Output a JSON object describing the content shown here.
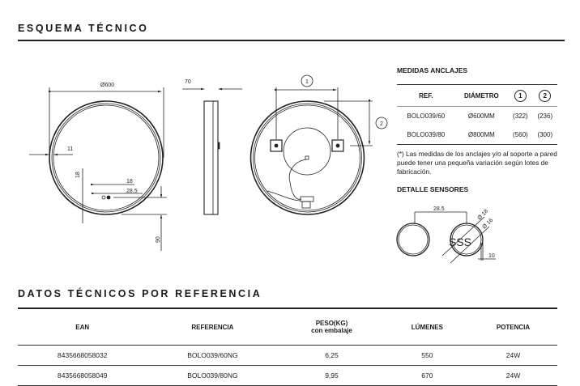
{
  "section1_title": "ESQUEMA TÉCNICO",
  "section2_title": "DATOS TÉCNICOS POR REFERENCIA",
  "drawing": {
    "diameter": "Ø600",
    "depth": "70",
    "frame": "11",
    "d18": "18",
    "d18b": "18",
    "d285": "28.5",
    "d90": "90",
    "anchor1": "1",
    "anchor2": "2"
  },
  "anchors": {
    "title": "MEDIDAS ANCLAJES",
    "headers": [
      "REF.",
      "DIÁMETRO",
      "1",
      "2"
    ],
    "rows": [
      [
        "BOLO039/60",
        "Ø600MM",
        "(322)",
        "(236)"
      ],
      [
        "BOLO039/80",
        "Ø800MM",
        "(560)",
        "(300)"
      ]
    ],
    "note": "(*) Las medidas de los anclajes y/o al soporte a pared puede tener una pequeña variación según lotes de fabricación."
  },
  "sensors": {
    "title": "DETALLE SENSORES",
    "dist": "28.5",
    "d18": "Ø 18",
    "d16": "Ø 16",
    "h10": "10",
    "symbol": "SSS"
  },
  "tech": {
    "headers": [
      "EAN",
      "REFERENCIA",
      "PESO(KG)",
      "con embalaje",
      "LÚMENES",
      "POTENCIA"
    ],
    "rows": [
      [
        "8435668058032",
        "BOLO039/60NG",
        "6,25",
        "550",
        "24W"
      ],
      [
        "8435668058049",
        "BOLO039/80NG",
        "9,95",
        "670",
        "24W"
      ]
    ]
  }
}
